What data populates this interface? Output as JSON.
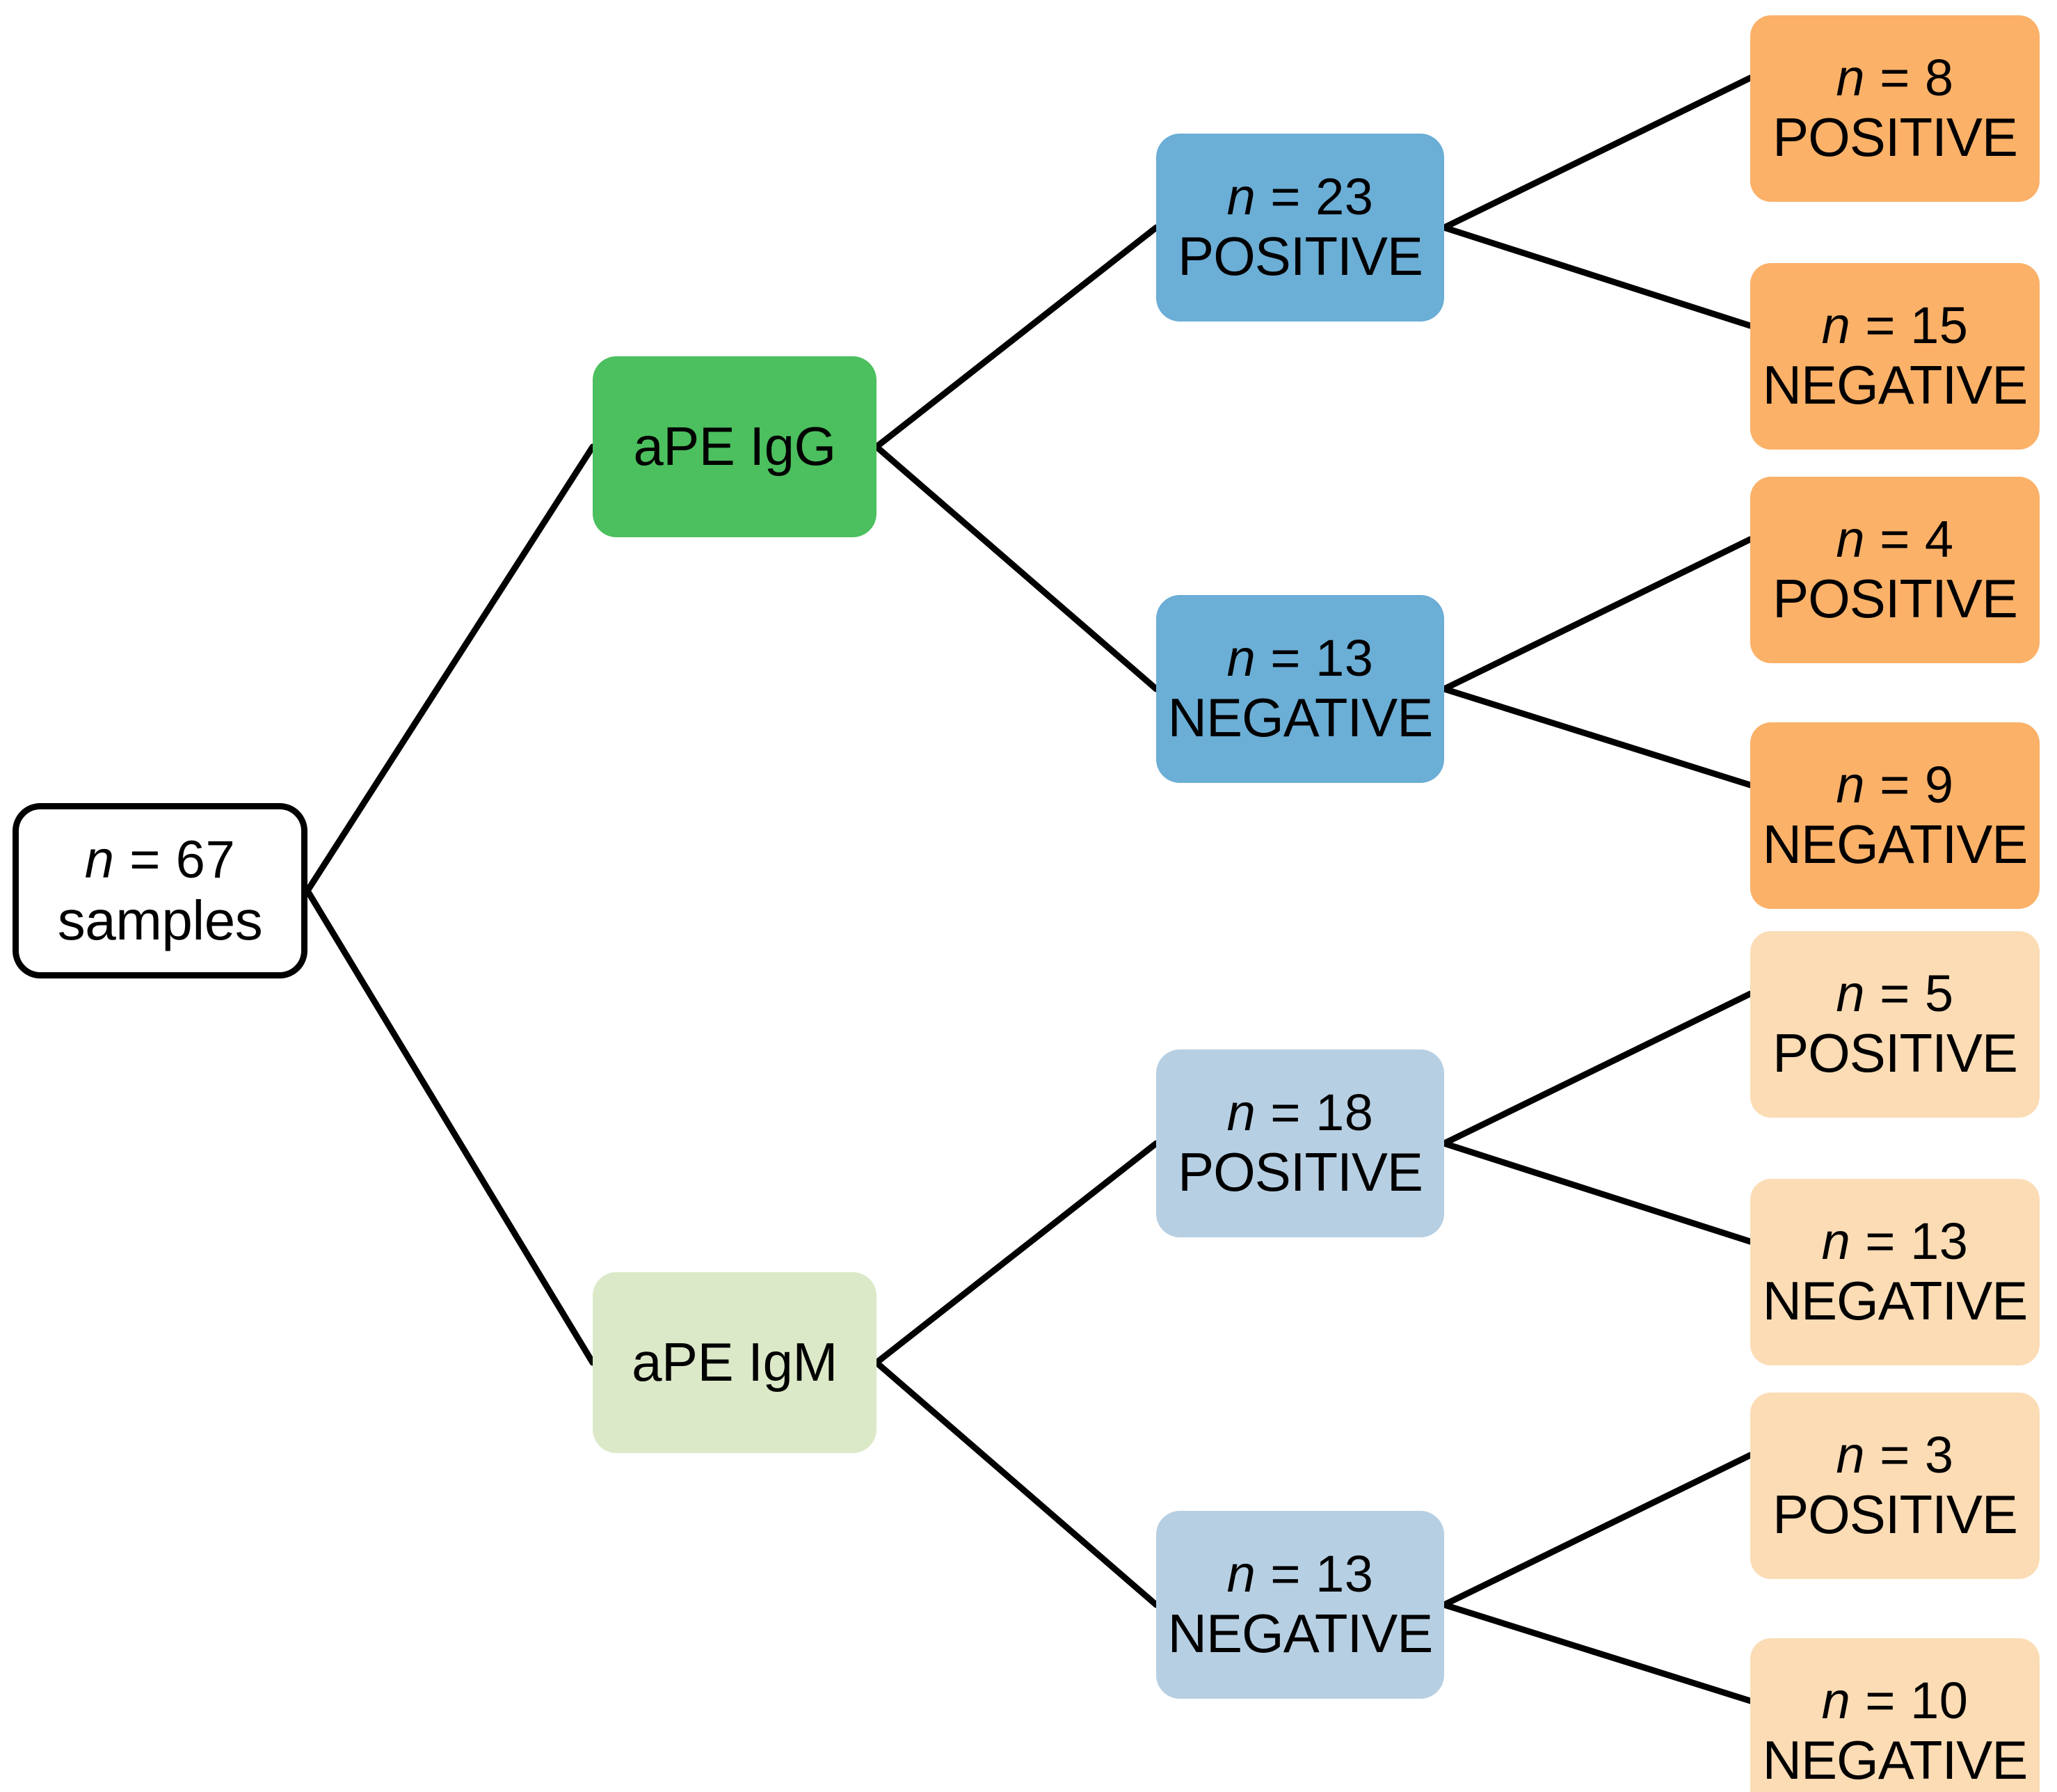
{
  "diagram": {
    "type": "flowchart-tree",
    "title_text": "",
    "colors": {
      "root_fill": "#FFFFFF",
      "root_stroke": "#000000",
      "igg_fill": "#4CBF5E",
      "igm_fill": "#DCE9C8",
      "result_dark_fill": "#6BAED6",
      "result_light_fill": "#B7CFE2",
      "leaf_dark_fill": "#FBB168",
      "leaf_light_fill": "#FBDCB5",
      "edge_stroke": "#000000"
    }
  },
  "root": {
    "count": "n = 67",
    "count_var": "n",
    "count_value": "= 67",
    "label": "samples"
  },
  "branches": [
    {
      "key": "igg",
      "label": "aPE IgG",
      "results": [
        {
          "key": "igg-positive",
          "count": "n = 23",
          "count_var": "n",
          "count_value": "= 23",
          "status": "POSITIVE",
          "leaves": [
            {
              "key": "igg-pos-pos",
              "count": "n = 8",
              "count_var": "n",
              "count_value": "= 8",
              "status": "POSITIVE"
            },
            {
              "key": "igg-pos-neg",
              "count": "n = 15",
              "count_var": "n",
              "count_value": "= 15",
              "status": "NEGATIVE"
            }
          ]
        },
        {
          "key": "igg-negative",
          "count": "n = 13",
          "count_var": "n",
          "count_value": "= 13",
          "status": "NEGATIVE",
          "leaves": [
            {
              "key": "igg-neg-pos",
              "count": "n = 4",
              "count_var": "n",
              "count_value": "= 4",
              "status": "POSITIVE"
            },
            {
              "key": "igg-neg-neg",
              "count": "n = 9",
              "count_var": "n",
              "count_value": "= 9",
              "status": "NEGATIVE"
            }
          ]
        }
      ]
    },
    {
      "key": "igm",
      "label": "aPE IgM",
      "results": [
        {
          "key": "igm-positive",
          "count": "n = 18",
          "count_var": "n",
          "count_value": "= 18",
          "status": "POSITIVE",
          "leaves": [
            {
              "key": "igm-pos-pos",
              "count": "n = 5",
              "count_var": "n",
              "count_value": "= 5",
              "status": "POSITIVE"
            },
            {
              "key": "igm-pos-neg",
              "count": "n = 13",
              "count_var": "n",
              "count_value": "= 13",
              "status": "NEGATIVE"
            }
          ]
        },
        {
          "key": "igm-negative",
          "count": "n = 13",
          "count_var": "n",
          "count_value": "= 13",
          "status": "NEGATIVE",
          "leaves": [
            {
              "key": "igm-neg-pos",
              "count": "n = 3",
              "count_var": "n",
              "count_value": "= 3",
              "status": "POSITIVE"
            },
            {
              "key": "igm-neg-neg",
              "count": "n = 10",
              "count_var": "n",
              "count_value": "= 10",
              "status": "NEGATIVE"
            }
          ]
        }
      ]
    }
  ],
  "chart_data": {
    "type": "table",
    "title": "aPE IgG / aPE IgM sample classification tree",
    "root_total": 67,
    "nodes": [
      {
        "path": "root",
        "label": "samples",
        "n": 67
      },
      {
        "path": "aPE IgG",
        "label": "aPE IgG",
        "n": null
      },
      {
        "path": "aPE IgG > POSITIVE",
        "label": "POSITIVE",
        "n": 23
      },
      {
        "path": "aPE IgG > POSITIVE > POSITIVE",
        "label": "POSITIVE",
        "n": 8
      },
      {
        "path": "aPE IgG > POSITIVE > NEGATIVE",
        "label": "NEGATIVE",
        "n": 15
      },
      {
        "path": "aPE IgG > NEGATIVE",
        "label": "NEGATIVE",
        "n": 13
      },
      {
        "path": "aPE IgG > NEGATIVE > POSITIVE",
        "label": "POSITIVE",
        "n": 4
      },
      {
        "path": "aPE IgG > NEGATIVE > NEGATIVE",
        "label": "NEGATIVE",
        "n": 9
      },
      {
        "path": "aPE IgM",
        "label": "aPE IgM",
        "n": null
      },
      {
        "path": "aPE IgM > POSITIVE",
        "label": "POSITIVE",
        "n": 18
      },
      {
        "path": "aPE IgM > POSITIVE > POSITIVE",
        "label": "POSITIVE",
        "n": 5
      },
      {
        "path": "aPE IgM > POSITIVE > NEGATIVE",
        "label": "NEGATIVE",
        "n": 13
      },
      {
        "path": "aPE IgM > NEGATIVE",
        "label": "NEGATIVE",
        "n": 13
      },
      {
        "path": "aPE IgM > NEGATIVE > POSITIVE",
        "label": "POSITIVE",
        "n": 3
      },
      {
        "path": "aPE IgM > NEGATIVE > NEGATIVE",
        "label": "NEGATIVE",
        "n": 10
      }
    ]
  }
}
